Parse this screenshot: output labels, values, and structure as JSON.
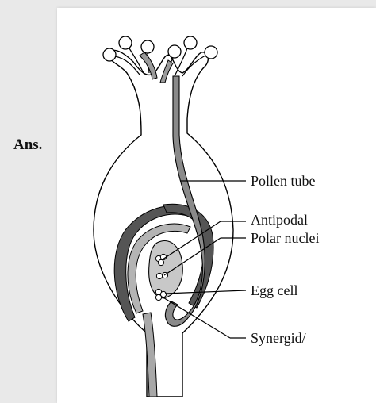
{
  "answer_label": "Ans.",
  "diagram": {
    "labels": {
      "pollen_tube": "Pollen tube",
      "antipodal": "Antipodal",
      "polar_nuclei": "Polar nuclei",
      "egg_cell": "Egg cell",
      "synergid": "Synergid/"
    },
    "colors": {
      "outline": "#000000",
      "pollen_tube_fill": "#8a8a8a",
      "integument_dark": "#555555",
      "integument_light": "#b4b4b4",
      "embryo_sac": "#c8c8c8",
      "panel_bg": "#ffffff",
      "page_bg": "#e9e9e9"
    }
  }
}
